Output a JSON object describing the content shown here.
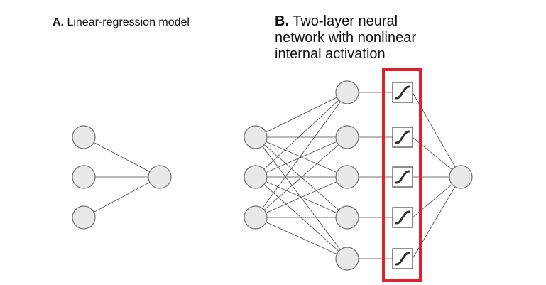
{
  "panel_a": {
    "letter": "A.",
    "title": "Linear-regression model"
  },
  "panel_b": {
    "letter": "B.",
    "title_lines": [
      "Two-layer neural",
      "network with nonlinear",
      "internal activation"
    ]
  },
  "colors": {
    "node_fill": "#e8e8e8",
    "node_stroke": "#6f6f6f",
    "edge": "#444444",
    "highlight": "#e0202a"
  },
  "icons": {
    "activation": "sigmoid-activation-icon"
  },
  "network_a": {
    "inputs": 3,
    "outputs": 1
  },
  "network_b": {
    "inputs": 3,
    "hidden": 5,
    "outputs": 1,
    "activation_highlighted": true
  }
}
